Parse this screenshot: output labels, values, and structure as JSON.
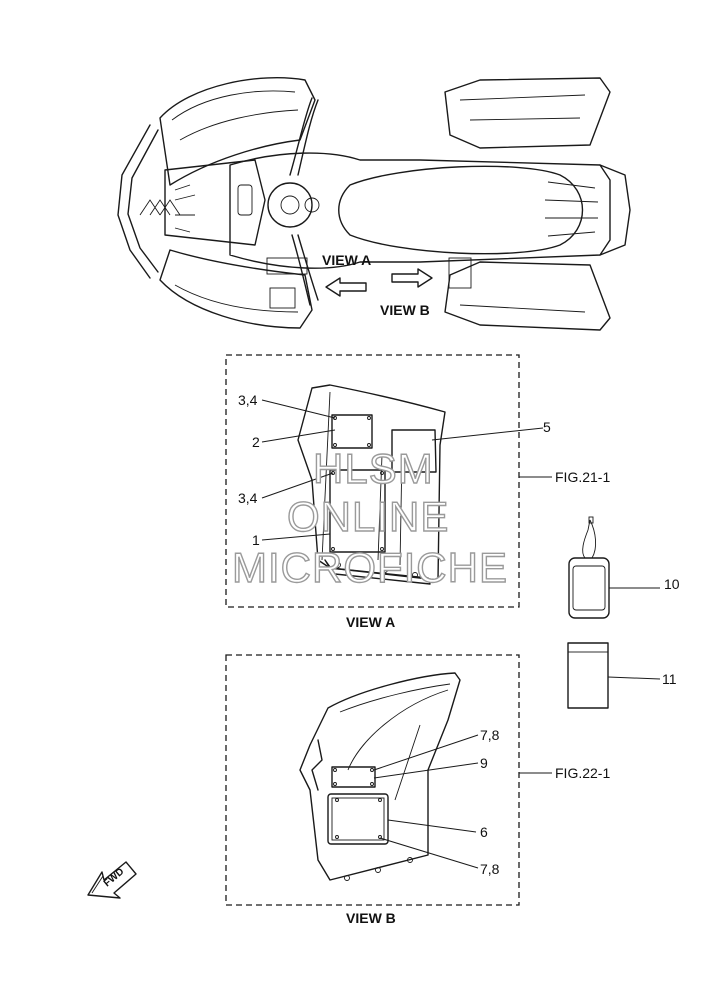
{
  "views": {
    "view_a_top": "VIEW A",
    "view_b_top": "VIEW B",
    "view_a_caption": "VIEW A",
    "view_b_caption": "VIEW B"
  },
  "callouts": {
    "c34_upper": "3,4",
    "c2": "2",
    "c34_lower": "3,4",
    "c1": "1",
    "c5": "5",
    "c10": "10",
    "c11": "11",
    "c78_upper": "7,8",
    "c9": "9",
    "c6": "6",
    "c78_lower": "7,8"
  },
  "figure_refs": {
    "view_a": "FIG.21-1",
    "view_b": "FIG.22-1"
  },
  "fwd_label": "FWD",
  "watermark": {
    "line1": "HLSM",
    "line2": "ONLINE",
    "line3": "MICROFICHE"
  }
}
